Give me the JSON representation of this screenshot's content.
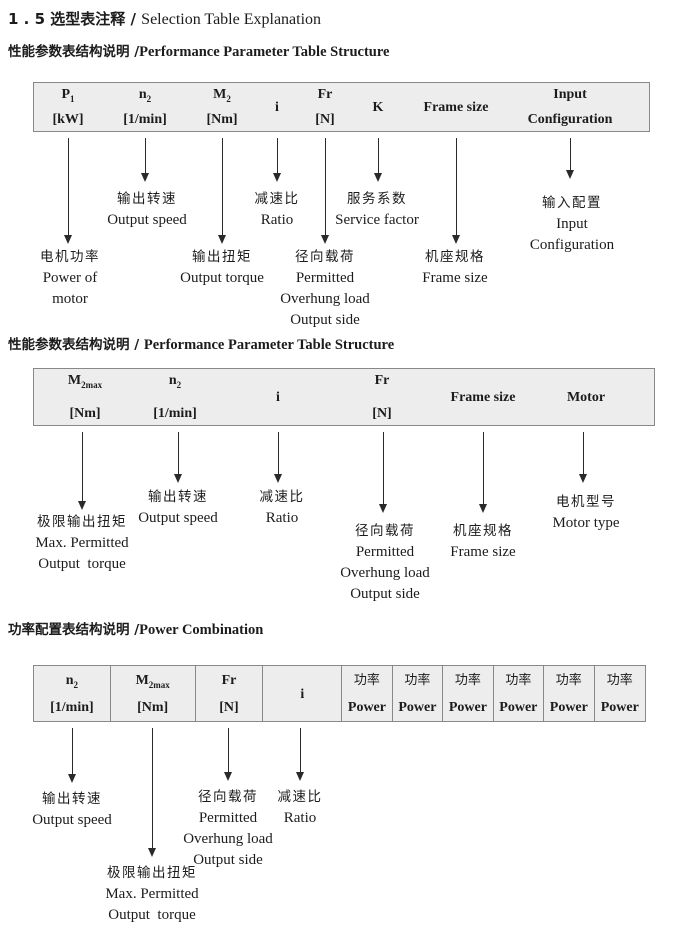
{
  "title": {
    "cn": "1 . 5 选型表注释 / ",
    "en": "Selection Table Explanation"
  },
  "colors": {
    "table_bg": "#ededed",
    "table_border": "#888888",
    "ink": "#1c1c1c"
  },
  "sections": {
    "s1": {
      "heading": {
        "cn": "性能参数表结构说明 /",
        "en": "Performance Parameter Table Structure"
      },
      "table": {
        "p1": {
          "sym": "P",
          "sub": "1",
          "unit": "[kW]"
        },
        "n2": {
          "sym": "n",
          "sub": "2",
          "unit": "[1/min]"
        },
        "m2": {
          "sym": "M",
          "sub": "2",
          "unit": "[Nm]"
        },
        "i": "i",
        "fr": {
          "sym": "Fr",
          "unit": "[N]"
        },
        "k": "K",
        "frame": "Frame size",
        "input": {
          "l1": "Input",
          "l2": "Configuration"
        }
      },
      "callouts": {
        "p1": [
          "电机功率",
          "Power of",
          "motor"
        ],
        "n2": [
          "输出转速",
          "Output speed"
        ],
        "m2": [
          "输出扭矩",
          "Output torque"
        ],
        "i": [
          "减速比",
          "Ratio"
        ],
        "fr": [
          "径向载荷",
          "Permitted",
          "Overhung load",
          "Output side"
        ],
        "k": [
          "服务系数",
          "Service factor"
        ],
        "frame": [
          "机座规格",
          "Frame size"
        ],
        "input": [
          "输入配置",
          "Input",
          "Configuration"
        ]
      }
    },
    "s2": {
      "heading": {
        "cn": "性能参数表结构说明 / ",
        "en": "Performance Parameter Table Structure"
      },
      "table": {
        "m2max": {
          "sym": "M",
          "sub": "2max",
          "unit": "[Nm]"
        },
        "n2": {
          "sym": "n",
          "sub": "2",
          "unit": "[1/min]"
        },
        "i": "i",
        "fr": {
          "sym": "Fr",
          "unit": "[N]"
        },
        "frame": "Frame size",
        "motor": "Motor"
      },
      "callouts": {
        "m2max": [
          "极限输出扭矩",
          "Max. Permitted",
          "Output  torque"
        ],
        "n2": [
          "输出转速",
          "Output speed"
        ],
        "i": [
          "减速比",
          "Ratio"
        ],
        "fr": [
          "径向载荷",
          "Permitted",
          "Overhung load",
          "Output side"
        ],
        "frame": [
          "机座规格",
          "Frame size"
        ],
        "motor": [
          "电机型号",
          "Motor type"
        ]
      }
    },
    "s3": {
      "heading": {
        "cn": "功率配置表结构说明 /",
        "en": "Power Combination"
      },
      "table": {
        "n2": {
          "sym": "n",
          "sub": "2",
          "unit": "[1/min]"
        },
        "m2max": {
          "sym": "M",
          "sub": "2max",
          "unit": "[Nm]"
        },
        "fr": {
          "sym": "Fr",
          "unit": "[N]"
        },
        "i": "i",
        "power": {
          "cn": "功率",
          "en": "Power"
        }
      },
      "callouts": {
        "n2": [
          "输出转速",
          "Output speed"
        ],
        "m2max": [
          "极限输出扭矩",
          "Max. Permitted",
          "Output  torque"
        ],
        "fr": [
          "径向载荷",
          "Permitted",
          "Overhung load",
          "Output side"
        ],
        "i": [
          "减速比",
          "Ratio"
        ]
      }
    }
  }
}
